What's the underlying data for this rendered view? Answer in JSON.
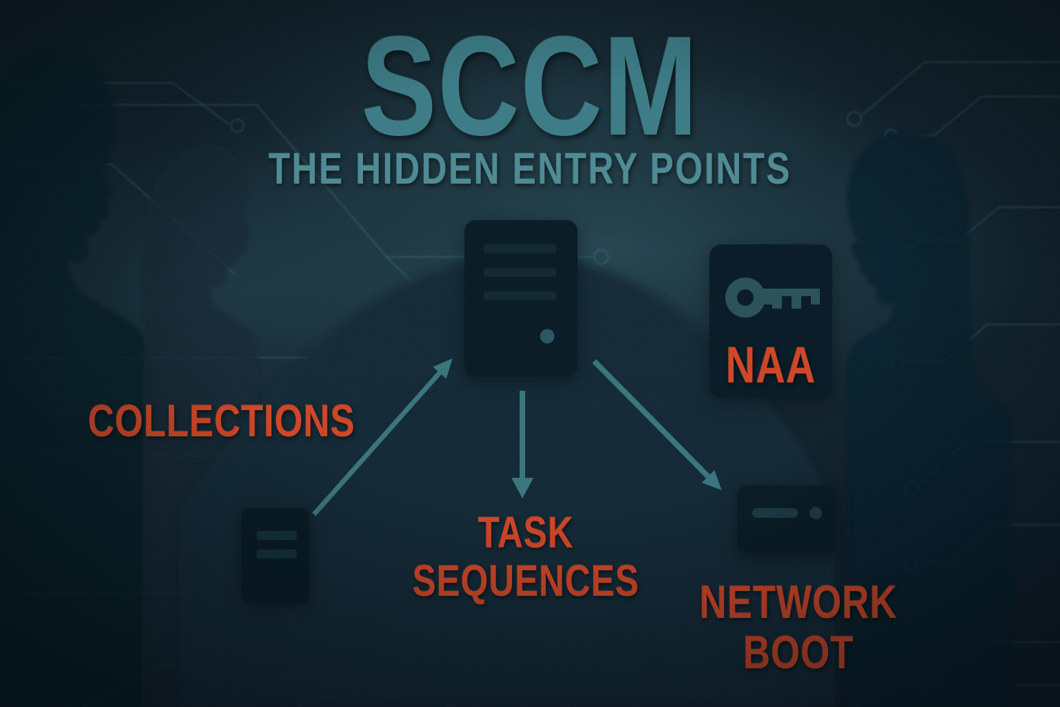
{
  "header": {
    "title": "SCCM",
    "subtitle": "THE HIDDEN ENTRY POINTS"
  },
  "nodes": {
    "server": {
      "icon": "server-tower-icon"
    },
    "collections": {
      "label": "COLLECTIONS",
      "icon": "document-icon"
    },
    "task_sequences": {
      "label": "TASK SEQUENCES",
      "lines": [
        "TASK",
        "SEQUENCES"
      ]
    },
    "naa": {
      "label": "NAA",
      "icon": "key-icon"
    },
    "network_boot": {
      "label": "NETWORK BOOT",
      "lines": [
        "NETWORK",
        "BOOT"
      ],
      "icon": "network-device-icon"
    }
  },
  "connections": [
    {
      "from": "collections",
      "to": "server",
      "style": "arrow",
      "direction": "up-right"
    },
    {
      "from": "server",
      "to": "task_sequences",
      "style": "arrow",
      "direction": "down"
    },
    {
      "from": "server",
      "to": "network_boot",
      "style": "arrow",
      "direction": "down-right"
    }
  ],
  "colors": {
    "background": "#0a1b25",
    "title_teal": "#3e7d87",
    "subtitle_teal": "#4f8b95",
    "accent_orange": "#cf4728",
    "arrow_teal": "#3b757e",
    "icon_body_dark": "#0b1d27",
    "icon_detail_teal": "#1d3c46",
    "key_teal": "#2c535c"
  },
  "decorations": {
    "silhouettes": [
      "person-silhouette-left",
      "person-silhouette-middle-left",
      "person-silhouette-right"
    ],
    "background_motifs": [
      "circuit-traces",
      "hill-shape",
      "glow"
    ]
  }
}
